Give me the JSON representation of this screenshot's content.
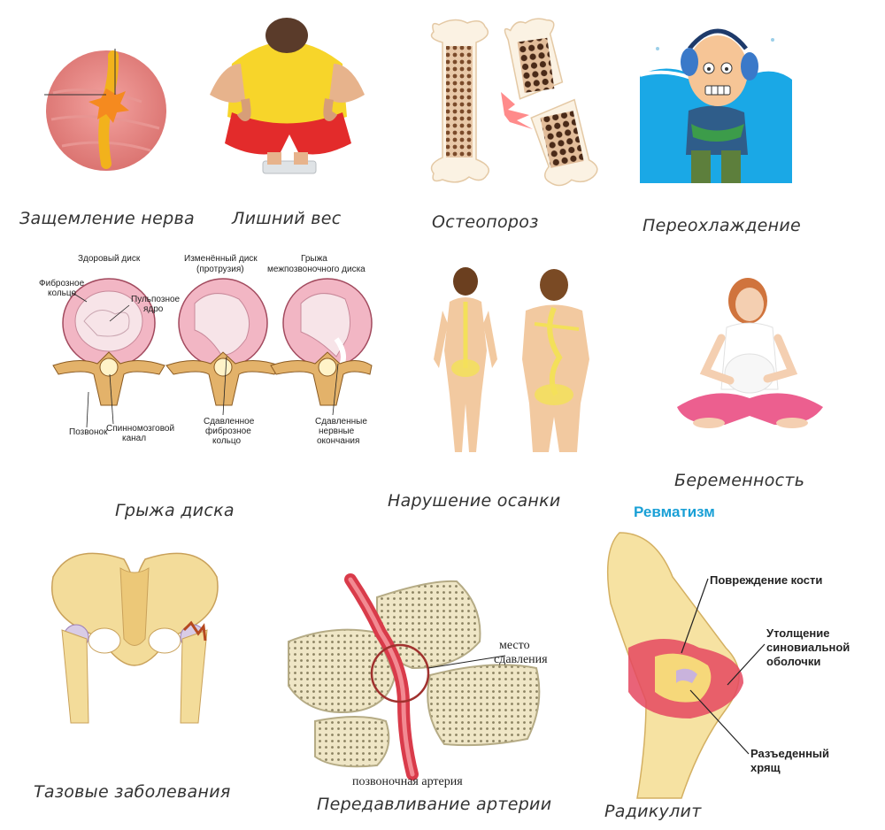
{
  "captions": {
    "nerve": "Защемление нерва",
    "weight": "Лишний вес",
    "osteoporosis": "Остеопороз",
    "hypothermia": "Переохлаждение",
    "hernia": "Грыжа диска",
    "posture": "Нарушение осанки",
    "pregnancy": "Беременность",
    "pelvic": "Тазовые заболевания",
    "artery": "Передавливание артерии",
    "radiculitis": "Радикулит"
  },
  "disc_diagram": {
    "healthy": "Здоровый диск",
    "changed_line1": "Изменённый диск",
    "changed_line2": "(протрузия)",
    "hernia_line1": "Грыжа",
    "hernia_line2": "межпозвоночного диска",
    "fibrous_ring_line1": "Фиброзное",
    "fibrous_ring_line2": "кольцо",
    "pulpous_line1": "Пульпозное",
    "pulpous_line2": "ядро",
    "vertebra": "Позвонок",
    "spinal_canal_line1": "Спинномозговой",
    "spinal_canal_line2": "канал",
    "compressed_ring_line1": "Сдавленное",
    "compressed_ring_line2": "фиброзное",
    "compressed_ring_line3": "кольцо",
    "compressed_nerve_line1": "Сдавленные",
    "compressed_nerve_line2": "нервные",
    "compressed_nerve_line3": "окончания"
  },
  "artery_diagram": {
    "place_line1": "место",
    "place_line2": "сдавления",
    "artery_label": "позвоночная артерия"
  },
  "rheumatism": {
    "title": "Ревматизм",
    "bone_damage": "Повреждение кости",
    "thickening_line1": "Утолщение",
    "thickening_line2": "синовиальной",
    "thickening_line3": "оболочки",
    "cartilage_line1": "Разъеденный",
    "cartilage_line2": "хрящ"
  },
  "colors": {
    "bone": "#f3dc9a",
    "skin": "#f2c9a0",
    "disc": "#f2b6c4",
    "accent_blue": "#1aa0d6",
    "caption": "#333333"
  }
}
